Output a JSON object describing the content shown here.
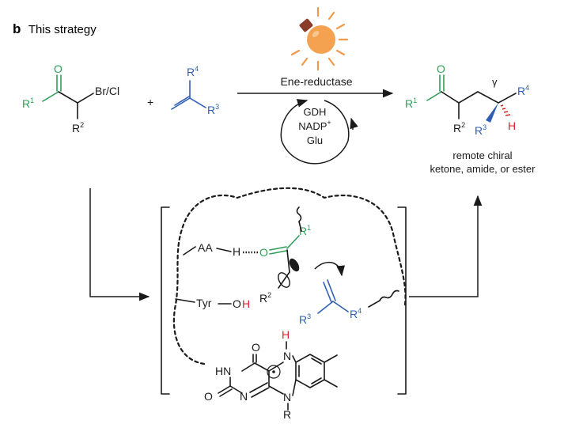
{
  "colors": {
    "green": "#2e9e57",
    "blue": "#2f5fb3",
    "red": "#d8232a",
    "orange": "#f2994a",
    "ink": "#1a1a1a"
  },
  "heading": {
    "panel_letter": "b",
    "text": "This strategy"
  },
  "icons": {
    "light": "lightbulb-icon"
  },
  "reactant1": {
    "O": "O",
    "R1": "R",
    "R1_sup": "1",
    "halogen": "Br/Cl",
    "R2": "R",
    "R2_sup": "2"
  },
  "plus": "+",
  "reactant2": {
    "R4": "R",
    "R4_sup": "4",
    "R3": "R",
    "R3_sup": "3"
  },
  "reaction": {
    "enzyme": "Ene-reductase",
    "cycle_line1": "GDH",
    "cycle_line2": "NADP",
    "cycle_line2_sup": "+",
    "cycle_line3": "Glu"
  },
  "product": {
    "O": "O",
    "R1": "R",
    "R1_sup": "1",
    "R2": "R",
    "R2_sup": "2",
    "R3": "R",
    "R3_sup": "3",
    "R4": "R",
    "R4_sup": "4",
    "H": "H",
    "gamma": "γ",
    "caption_line1": "remote chiral",
    "caption_line2": "ketone, amide, or ester"
  },
  "active_site": {
    "aa": "AA",
    "h_bond_h": "H",
    "carbonyl_O": "O",
    "R1": "R",
    "R1_sup": "1",
    "R2": "R",
    "R2_sup": "2",
    "tyr": "Tyr",
    "tyr_O": "O",
    "tyr_H": "H",
    "alkene_R3": "R",
    "alkene_R3_sup": "3",
    "alkene_R4": "R",
    "alkene_R4_sup": "4",
    "flavin": {
      "O_top": "O",
      "O_left": "O",
      "NH_left": "HN",
      "N_bottom_left": "N",
      "N_top_H": "H",
      "N_top": "N",
      "N_bottom": "N",
      "R": "R"
    }
  }
}
